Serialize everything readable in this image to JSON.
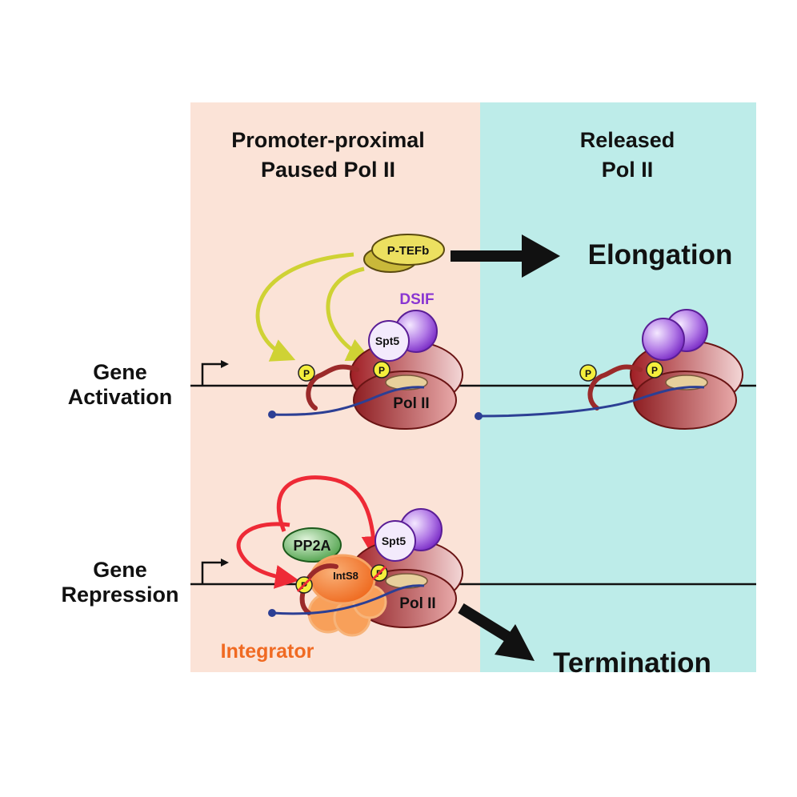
{
  "headers": {
    "left_line1": "Promoter-proximal",
    "left_line2": "Paused Pol II",
    "right_line1": "Released",
    "right_line2": "Pol II"
  },
  "rows": {
    "activation_line1": "Gene",
    "activation_line2": "Activation",
    "repression_line1": "Gene",
    "repression_line2": "Repression"
  },
  "labels": {
    "ptefb": "P-TEFb",
    "elongation": "Elongation",
    "dsif": "DSIF",
    "spt5": "Spt5",
    "pol2": "Pol II",
    "phospho": "P",
    "pp2a": "PP2A",
    "ints8": "IntS8",
    "integrator": "Integrator",
    "termination": "Termination"
  },
  "colors": {
    "paused_panel": "#fbe3d7",
    "released_panel": "#bdece9",
    "ptefb": "#e6d44a",
    "arrow_yellow": "#cfd234",
    "arrow_red": "#ee2a36",
    "dsif": "#8a36d2",
    "pol2": "#9b2a2a",
    "rna": "#2c3f94",
    "integrator": "#f06a22",
    "pp2a": "#3f9a3f"
  }
}
